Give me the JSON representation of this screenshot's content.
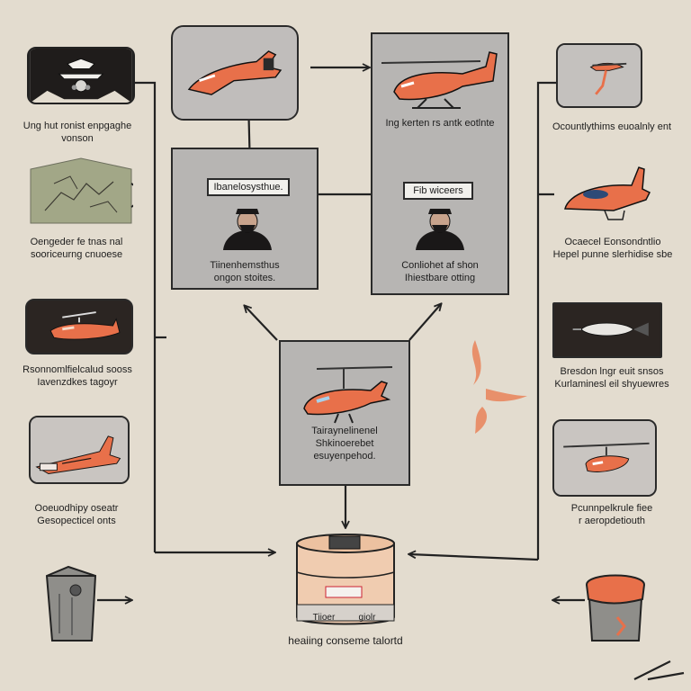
{
  "palette": {
    "background": "#e3dccf",
    "panel": "#b7b5b3",
    "drone_orange": "#e8704a",
    "ink": "#2a2a2a",
    "dark_tile": "#2b2522",
    "hub_body": "#f0ccb0"
  },
  "left_column": [
    {
      "icon": "bird-robot-icon",
      "caption": [
        "Ung hut ronist enpgaghe",
        "vonson"
      ]
    },
    {
      "icon": "map-icon",
      "caption": [
        "Oengeder fe tnas nal",
        "sooriceurng cnuoese"
      ]
    },
    {
      "icon": "helicopter-drone-icon",
      "caption": [
        "Rsonnomlfielcalud sooss",
        "Iavenzdkes tagoyr"
      ]
    },
    {
      "icon": "cargo-drone-icon",
      "caption": [
        "Ooeuodhipy oseatr",
        "Gesopecticel onts"
      ]
    },
    {
      "icon": "trash-bin-icon",
      "caption": []
    }
  ],
  "right_column": [
    {
      "icon": "rotor-drone-icon",
      "caption": [
        "Ocountlythims euoalnly ent"
      ]
    },
    {
      "icon": "drone-side-icon",
      "caption": [
        "Ocaecel Eonsondntlio",
        "Hepel punne slerhidise sbe"
      ]
    },
    {
      "icon": "bomb-drone-icon",
      "caption": [
        "Bresdon lngr euit snsos",
        "Kurlaminesl eil shyuewres"
      ]
    },
    {
      "icon": "quad-drone-icon",
      "caption": [
        "Pcunnpelkrule fiee",
        "r aeropdetiouth"
      ]
    },
    {
      "icon": "trash-bin-icon",
      "caption": []
    }
  ],
  "top": {
    "plane_tile": {
      "icon": "jet-drone-icon"
    },
    "heli_panel": {
      "icon": "helicopter-icon",
      "caption": "Ing kerten rs antk eotlnte"
    }
  },
  "middle_left_panel": {
    "label": "Ibanelosysthue.",
    "icon": "operator-icon",
    "caption": [
      "Tiinenhemsthus",
      "ongon stoites."
    ]
  },
  "middle_right_panel": {
    "label": "Fib wiceers",
    "icon": "operator-icon",
    "caption": [
      "Conliohet af shon",
      "Ihiestbare otting"
    ]
  },
  "center_panel": {
    "icon": "helicopter-drone-icon",
    "caption": [
      "Tairaynelinenel",
      "Shkinoerebet",
      "esuyenpehod."
    ]
  },
  "hub": {
    "icon": "container-icon",
    "tag": "",
    "base_text": [
      "Tiioer",
      "giolr"
    ],
    "caption": "heaiing conseme talortd"
  }
}
